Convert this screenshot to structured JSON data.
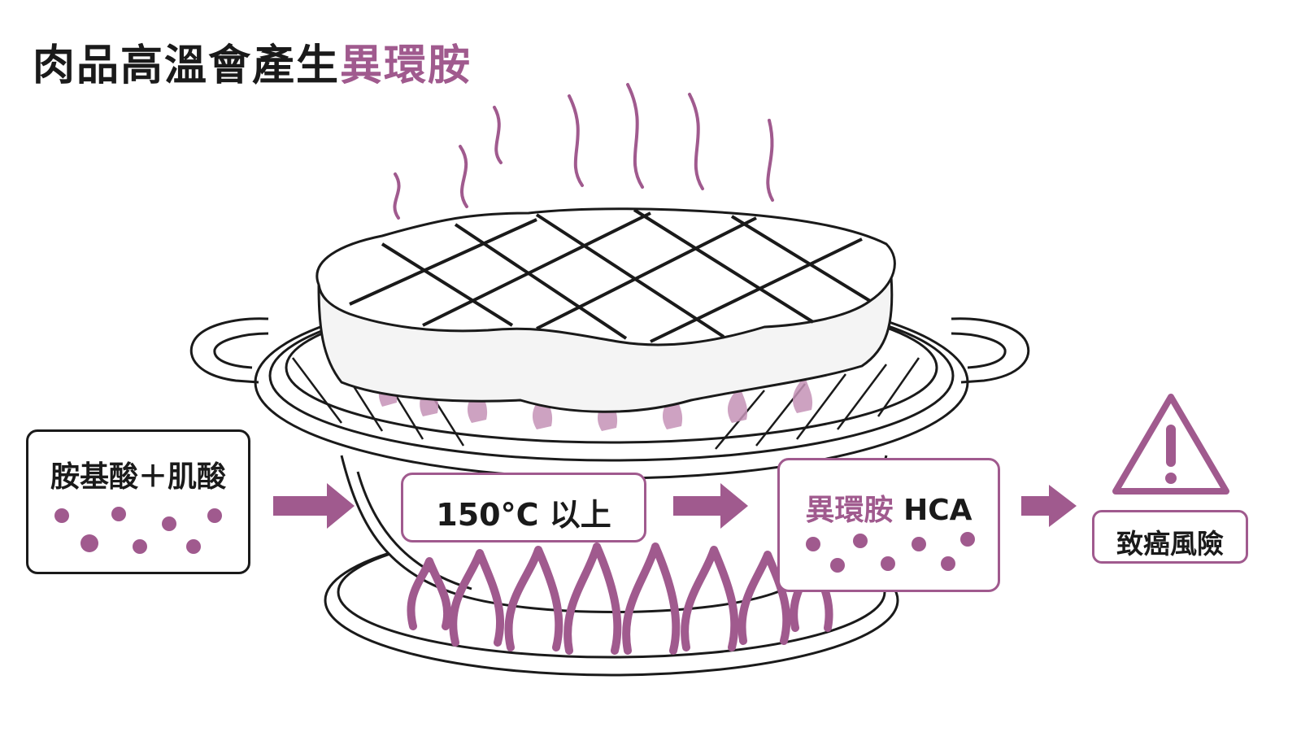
{
  "title": {
    "main": "肉品高溫會產生",
    "highlight": "異環胺"
  },
  "steps": {
    "reactants": "胺基酸＋肌酸",
    "temperature": "150°C 以上",
    "product_cn": "異環胺",
    "product_en": " HCA",
    "risk": "致癌風險"
  },
  "icons": {
    "warning": "warning-triangle-icon",
    "flow_arrow": "right-arrow-icon"
  },
  "colors": {
    "accent": "#a05a8e",
    "ink": "#1a1a1a"
  }
}
